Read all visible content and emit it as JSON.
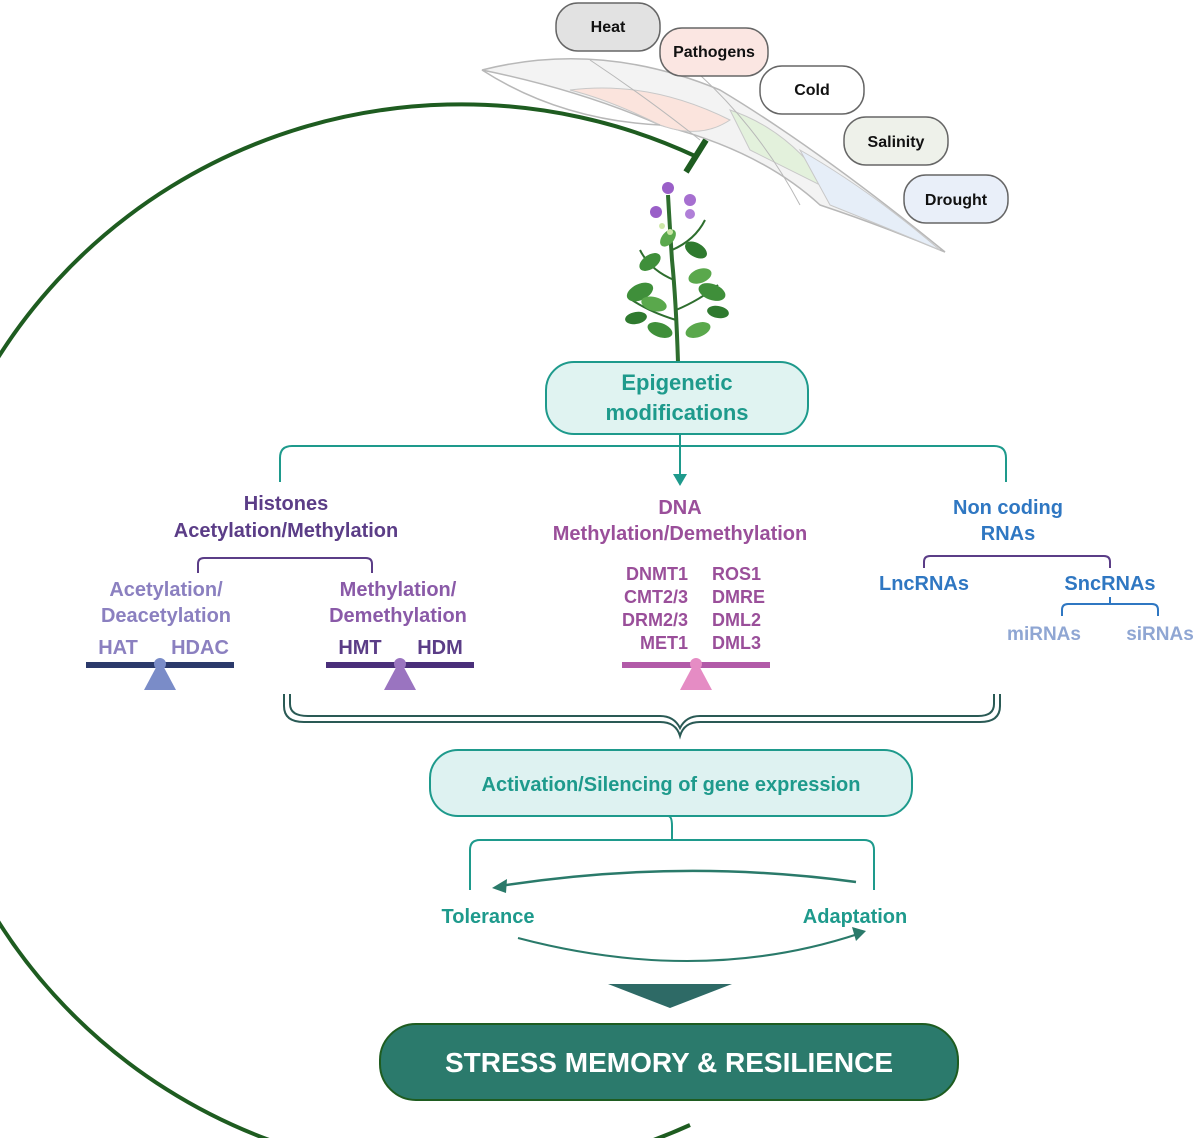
{
  "stresses": [
    "Heat",
    "Pathogens",
    "Cold",
    "Salinity",
    "Drought"
  ],
  "epigenetic": {
    "line1": "Epigenetic",
    "line2": "modifications"
  },
  "histones": {
    "line1": "Histones",
    "line2": "Acetylation/Methylation",
    "acetyl": {
      "line1": "Acetylation/",
      "line2": "Deacetylation",
      "left": "HAT",
      "right": "HDAC"
    },
    "methyl": {
      "line1": "Methylation/",
      "line2": "Demethylation",
      "left": "HMT",
      "right": "HDM"
    }
  },
  "dna": {
    "line1": "DNA",
    "line2": "Methylation/Demethylation",
    "left": [
      "DNMT1",
      "CMT2/3",
      "DRM2/3",
      "MET1"
    ],
    "right": [
      "ROS1",
      "DMRE",
      "DML2",
      "DML3"
    ]
  },
  "ncrna": {
    "line1": "Non coding",
    "line2": "RNAs",
    "lnc": "LncRNAs",
    "snc": "SncRNAs",
    "mi": "miRNAs",
    "si": "siRNAs"
  },
  "gene_expression": "Activation/Silencing of gene expression",
  "tolerance": "Tolerance",
  "adaptation": "Adaptation",
  "result": "STRESS MEMORY & RESILIENCE",
  "colors": {
    "teal": "#1e9a8c",
    "dark_teal": "#2a7a6a",
    "purple": "#5b3d87",
    "lavender": "#8b80c0",
    "mauve": "#9a4f9a",
    "blue": "#2f77c2",
    "light_blue": "#8fa6d3",
    "green": "#1e5c20"
  }
}
